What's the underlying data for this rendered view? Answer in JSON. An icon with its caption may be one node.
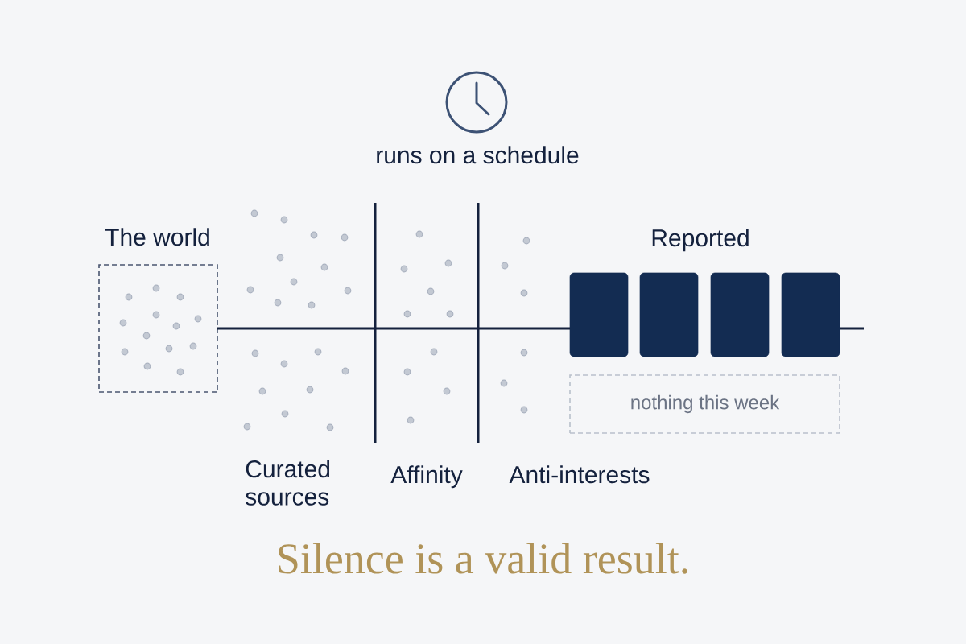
{
  "diagram": {
    "caption": "Silence is a valid result.",
    "nodes": [
      {
        "text": [
          "The world"
        ]
      },
      {
        "text": [],
        "shape": "box"
      },
      {
        "text": [],
        "shape": "box"
      },
      {
        "text": [],
        "shape": "box"
      },
      {
        "text": [],
        "shape": "box"
      },
      {
        "text": [
          "nothing this week"
        ]
      }
    ],
    "edges": [
      {
        "from": 0,
        "to": 1,
        "arrow": "none"
      },
      {
        "from": 4,
        "to": null,
        "arrow": "none"
      }
    ],
    "labels": [
      "runs on a schedule",
      "Reported",
      "Curated sources",
      "Affinity",
      "Anti-interests"
    ]
  }
}
